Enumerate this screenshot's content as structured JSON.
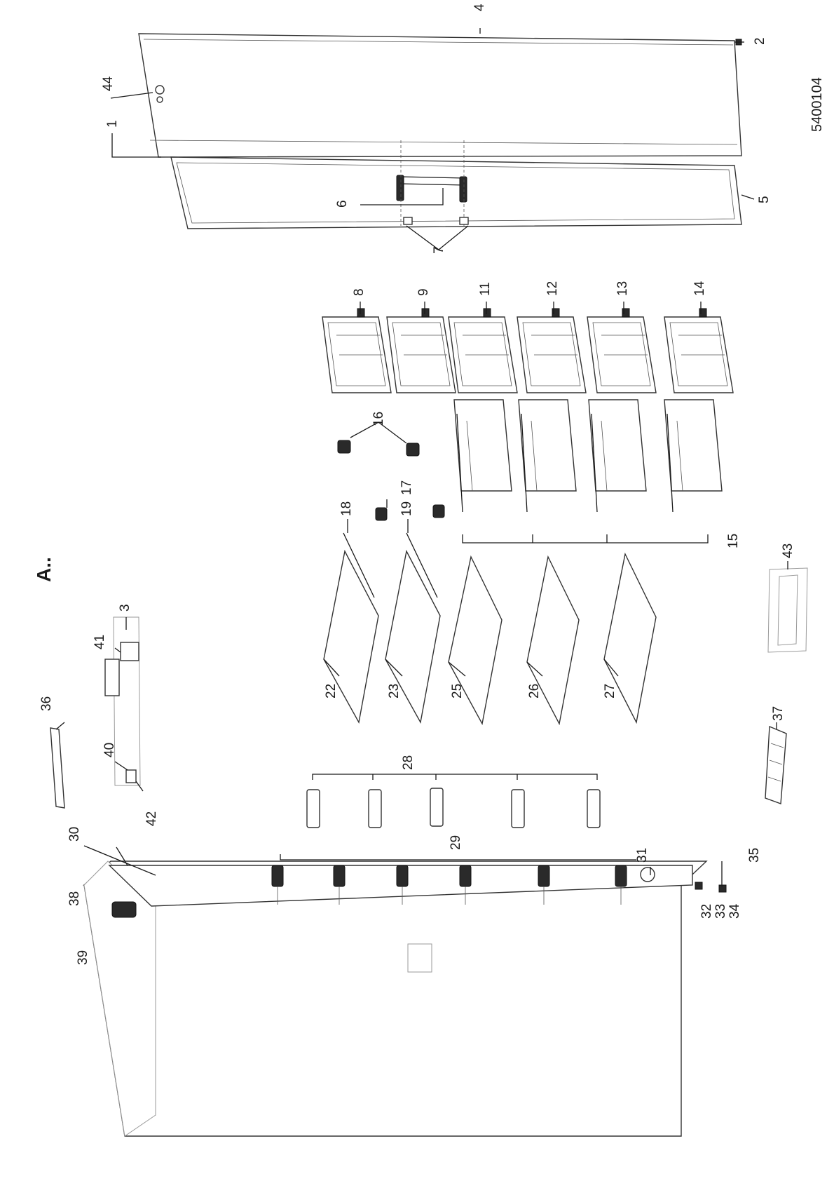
{
  "diagram": {
    "section_label": "A..",
    "drawing_code": "5400104",
    "callouts": {
      "c1": "1",
      "c2": "2",
      "c3": "3",
      "c4": "4",
      "c5": "5",
      "c6": "6",
      "c7": "7",
      "c8": "8",
      "c9": "9",
      "c11": "11",
      "c12": "12",
      "c13": "13",
      "c14": "14",
      "c15": "15",
      "c16": "16",
      "c17": "17",
      "c18": "18",
      "c19": "19",
      "c22": "22",
      "c23": "23",
      "c25": "25",
      "c26": "26",
      "c27": "27",
      "c28": "28",
      "c29": "29",
      "c30": "30",
      "c31": "31",
      "c32": "32",
      "c33": "33",
      "c34": "34",
      "c35": "35",
      "c36": "36",
      "c37": "37",
      "c38": "38",
      "c39": "39",
      "c40": "40",
      "c41": "41",
      "c42": "42",
      "c43": "43",
      "c44": "44"
    }
  }
}
